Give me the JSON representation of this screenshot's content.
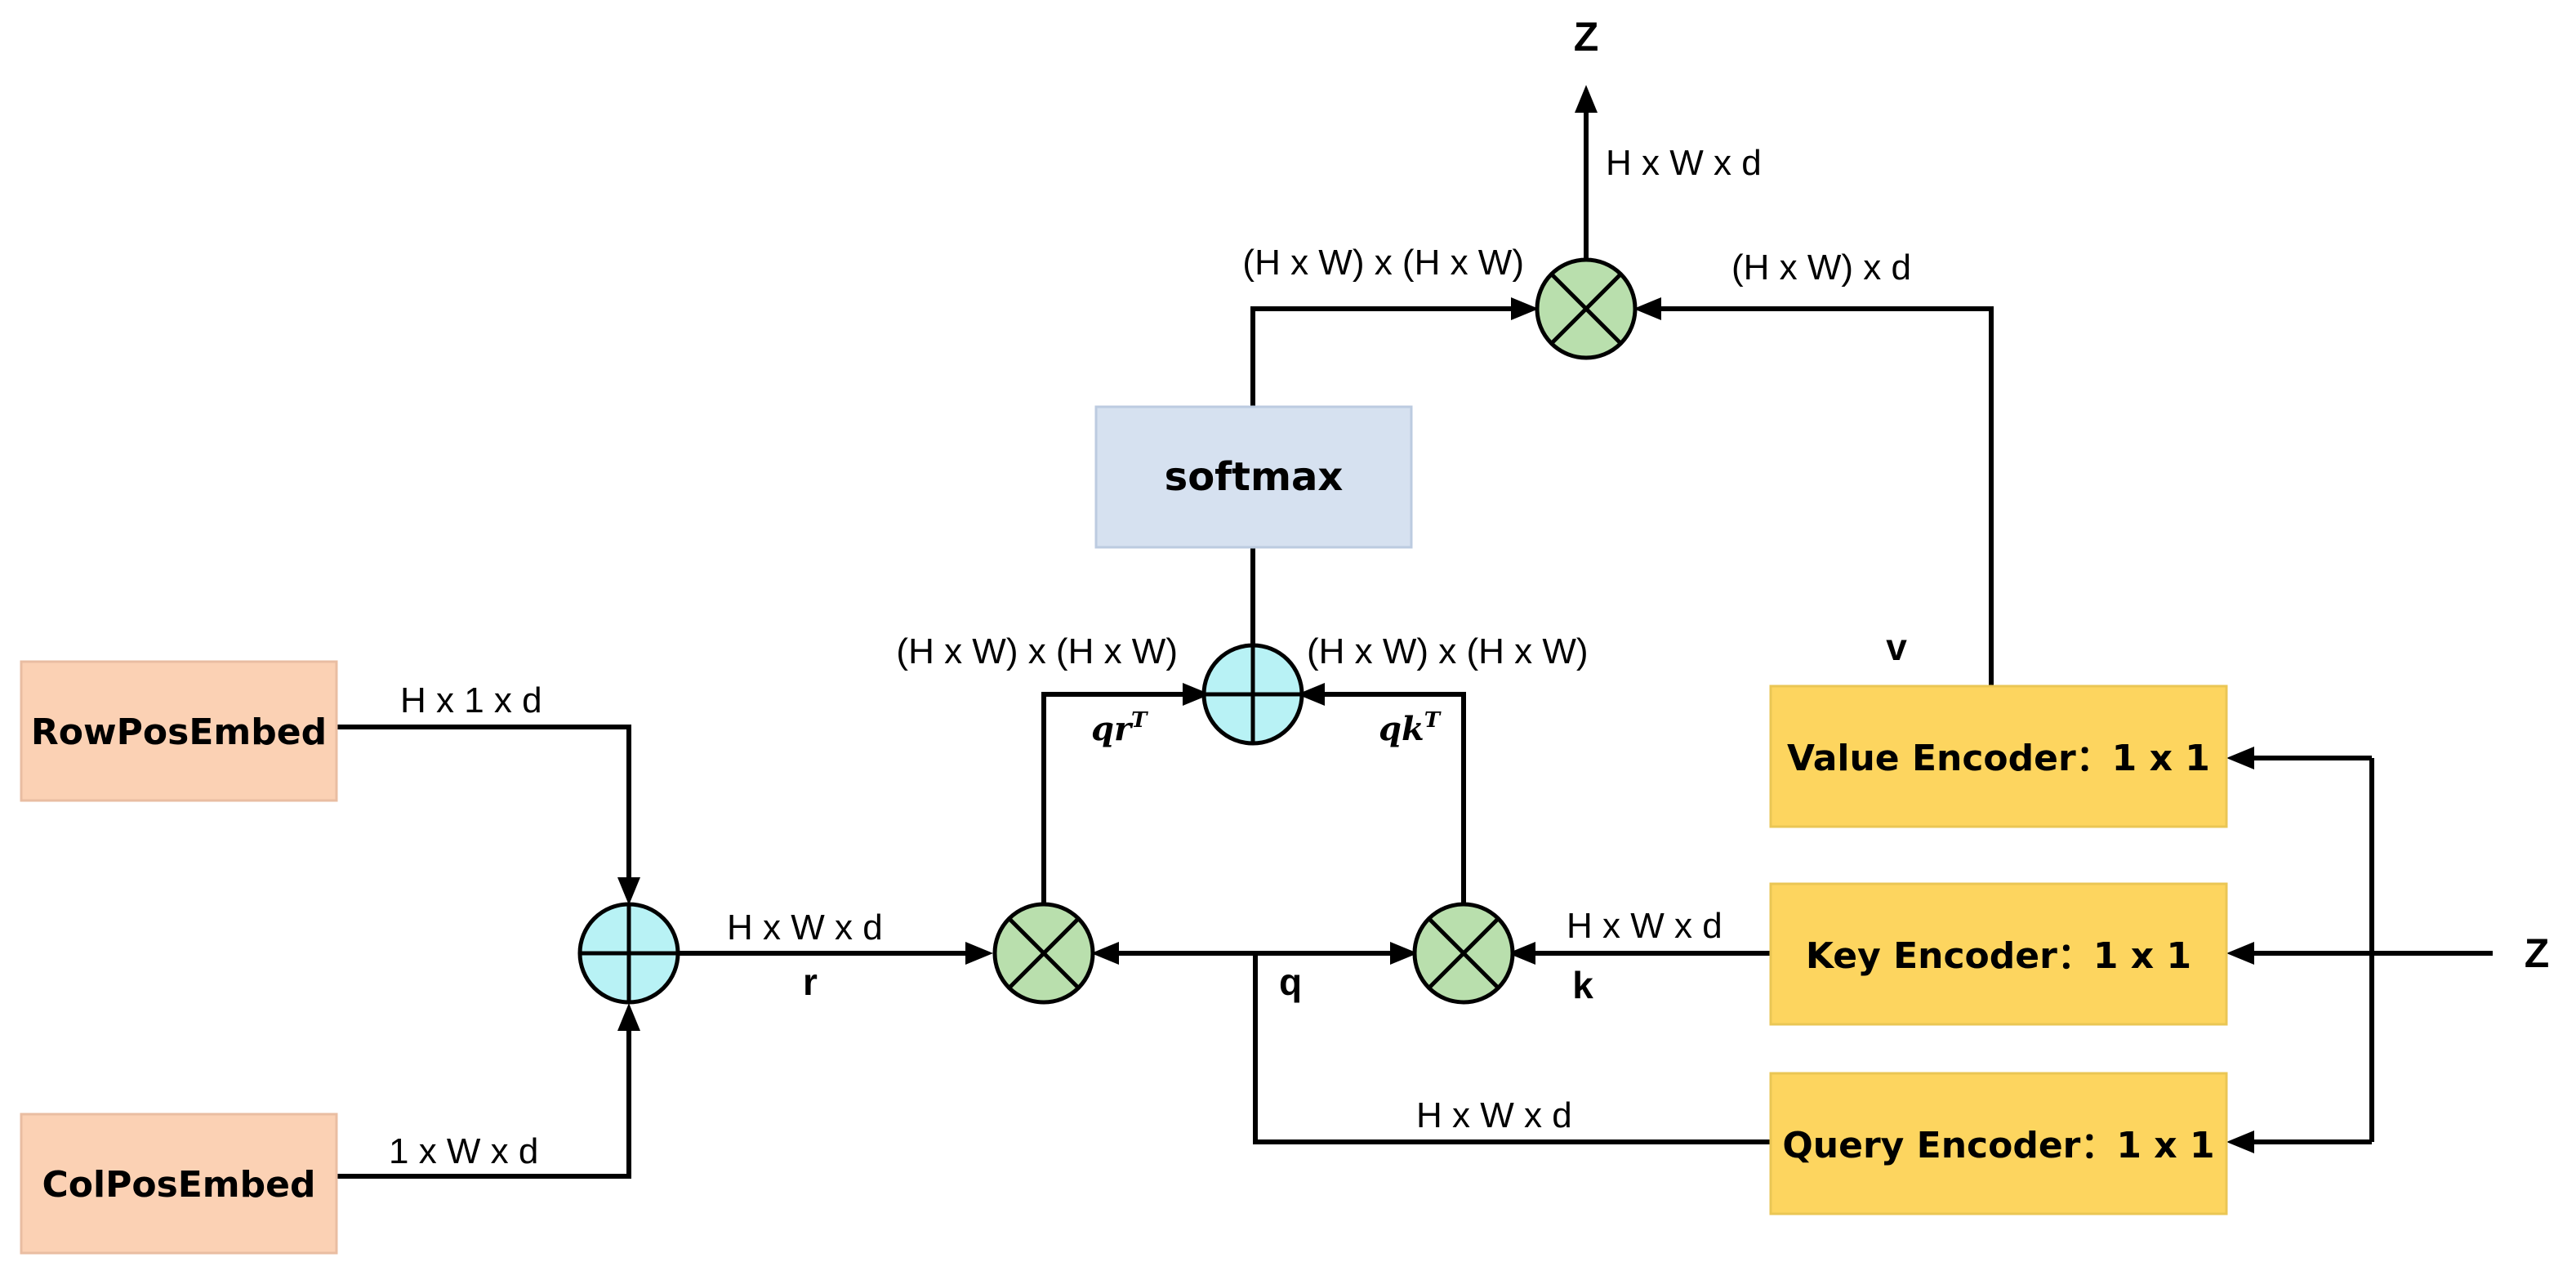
{
  "boxes": {
    "row_pos_embed": "RowPosEmbed",
    "col_pos_embed": "ColPosEmbed",
    "softmax": "softmax",
    "value_encoder": "Value Encoder：1 x 1",
    "key_encoder": "Key Encoder：1 x 1",
    "query_encoder": "Query Encoder：1 x 1"
  },
  "colors": {
    "embed_fill": "#fbd1b4",
    "embed_stroke": "#e9bda2",
    "softmax_fill": "#d6e1f0",
    "softmax_stroke": "#bccbe0",
    "encoder_fill": "#fdd55f",
    "encoder_stroke": "#eac654",
    "plus_op_fill": "#b8f2f5",
    "times_op_fill": "#b9dfad"
  },
  "labels": {
    "z_output": "Z",
    "z_input": "Z",
    "out_dim": "H x W x d",
    "attn_dim_top": "(H x W) x (H x W)",
    "v_dim": "(H x W) x d",
    "qr_dim": "(H x W) x (H x W)",
    "qk_dim": "(H x W) x (H x W)",
    "v_name": "v",
    "row_dim": "H x 1 x d",
    "col_dim": "1 x W x d",
    "r_dim": "H x W x d",
    "r_name": "r",
    "q_name": "q",
    "k_dim": "H x W x d",
    "k_name": "k",
    "q_dim": "H x W x d"
  },
  "terms": {
    "qr": {
      "base": "qr",
      "sup": "T"
    },
    "qk": {
      "base": "qk",
      "sup": "T"
    }
  }
}
